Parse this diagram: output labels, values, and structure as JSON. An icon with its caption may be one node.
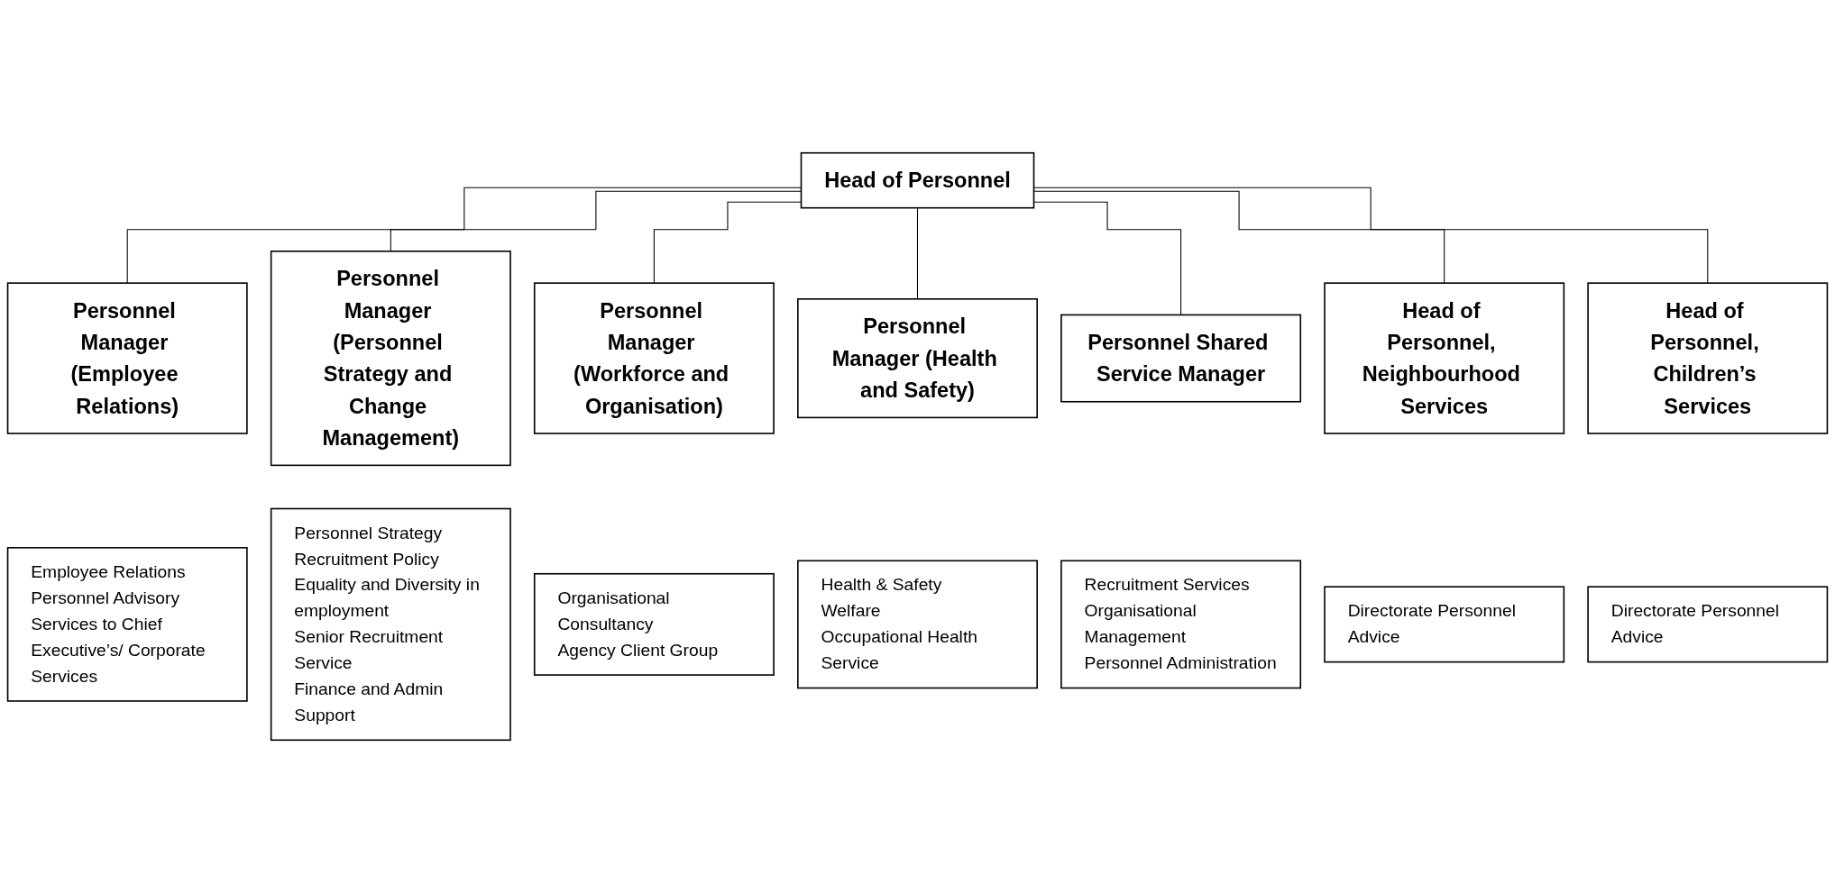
{
  "diagram": {
    "nodes": [
      {
        "text": [
          "Head of Personnel"
        ]
      },
      {
        "text": [
          "Personnel Manager (Employee Relations)"
        ]
      },
      {
        "text": [
          "Personnel Manager (Personnel Strategy and Change Management)"
        ]
      },
      {
        "text": [
          "Personnel Manager (Workforce and Organisation)"
        ]
      },
      {
        "text": [
          "Personnel Manager (Health and Safety)"
        ]
      },
      {
        "text": [
          "Personnel Shared Service Manager"
        ]
      },
      {
        "text": [
          "Head of Personnel, Neighbourhood Services"
        ]
      },
      {
        "text": [
          "Head of Personnel, Children’s Services"
        ]
      },
      {
        "text": [
          "Employee Relations",
          "Personnel Advisory Services to Chief Executive’s/ Corporate Services"
        ]
      },
      {
        "text": [
          "Personnel Strategy",
          "Recruitment Policy",
          "Equality and Diversity in employment",
          "Senior Recruitment Service",
          "Finance and Admin Support"
        ]
      },
      {
        "text": [
          "Organisational Consultancy",
          "Agency Client Group"
        ]
      },
      {
        "text": [
          "Health & Safety",
          "Welfare",
          "Occupational Health Service"
        ]
      },
      {
        "text": [
          "Recruitment Services",
          "Organisational Management",
          "Personnel Administration"
        ]
      },
      {
        "text": [
          "Directorate Personnel Advice"
        ]
      },
      {
        "text": [
          "Directorate Personnel Advice"
        ]
      }
    ],
    "edges": [
      {
        "from": 0,
        "to": 1,
        "arrow": "none"
      },
      {
        "from": 0,
        "to": 2,
        "arrow": "none"
      },
      {
        "from": 0,
        "to": 3,
        "arrow": "none"
      },
      {
        "from": 0,
        "to": 4,
        "arrow": "none"
      },
      {
        "from": 0,
        "to": 5,
        "arrow": "none"
      },
      {
        "from": 0,
        "to": 6,
        "arrow": "none"
      },
      {
        "from": 0,
        "to": 7,
        "arrow": "none"
      }
    ]
  }
}
